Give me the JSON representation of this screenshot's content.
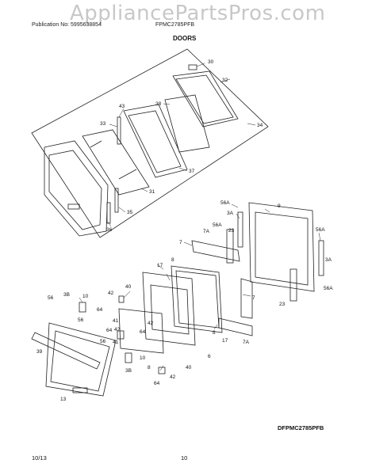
{
  "watermark": "AppliancePartsPros.com",
  "header": {
    "publication": "Publication No: 5995638854",
    "model": "FPMC2785PFB"
  },
  "section_title": "DOORS",
  "diagram_code": "DFPMC2785PFB",
  "footer": {
    "date": "10/13",
    "page": "10"
  },
  "callouts": {
    "c30": "30",
    "c32": "32",
    "c38": "38",
    "c43": "43",
    "c33": "33",
    "c34": "34",
    "c37": "37",
    "c31": "31",
    "c35": "35",
    "c36": "36",
    "c56a_1": "56A",
    "c9": "9",
    "c3a_1": "3A",
    "c56a_2": "56A",
    "c23_1": "23",
    "c7a_1": "7A",
    "c7_1": "7",
    "c8_1": "8",
    "c17_1": "17",
    "c56a_3": "56A",
    "c3a_2": "3A",
    "c56a_4": "56A",
    "c23_2": "23",
    "c7_2": "7",
    "c8_2": "8",
    "c17_2": "17",
    "c7a_2": "7A",
    "c56": "56",
    "c3b_1": "3B",
    "c10_1": "10",
    "c40_1": "40",
    "c42_1": "42",
    "c64_1": "64",
    "c56_2": "56",
    "c41": "41",
    "c42_2": "42",
    "c64_2": "64",
    "c42_3": "42",
    "c64_3": "64",
    "c39": "39",
    "c56_3": "56",
    "c10_2": "10",
    "c3b_2": "3B",
    "c13": "13",
    "c8_3": "8",
    "c40_2": "40",
    "c6": "6",
    "c42_4": "42",
    "c64_4": "64",
    "c41_2": "41"
  }
}
